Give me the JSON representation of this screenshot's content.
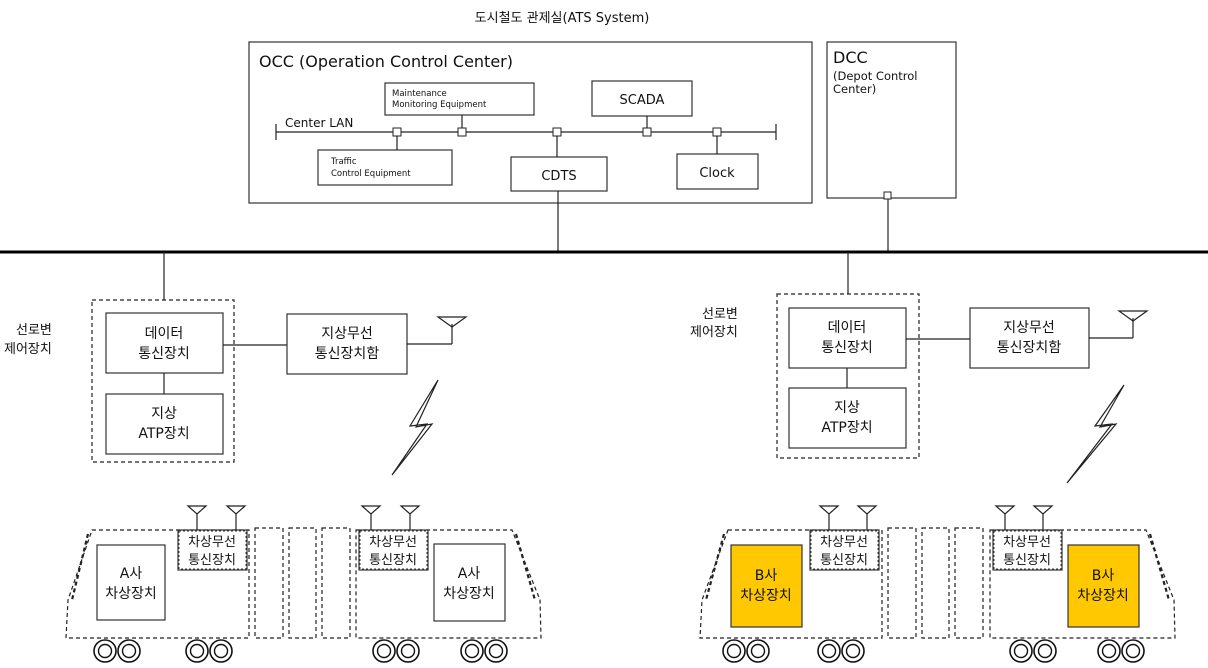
{
  "title": "도시철도 관제실(ATS System)",
  "occ": {
    "title": "OCC (Operation Control Center)",
    "center_lan": "Center LAN",
    "maintenance": [
      "Maintenance",
      "Monitoring Equipment"
    ],
    "scada": "SCADA",
    "traffic": [
      "Traffic",
      "Control Equipment"
    ],
    "cdts": "CDTS",
    "clock": "Clock"
  },
  "dcc": {
    "title": "DCC",
    "subtitle": [
      "(Depot Control",
      "Center)"
    ]
  },
  "wayside_left": {
    "label": [
      "선로변",
      "제어장치"
    ],
    "data_comm": [
      "데이터",
      "통신장치"
    ],
    "ground_atp": [
      "지상",
      "ATP장치"
    ],
    "ground_radio": [
      "지상무선",
      "통신장치함"
    ]
  },
  "wayside_right": {
    "label": [
      "선로변",
      "제어장치"
    ],
    "data_comm": [
      "데이터",
      "통신장치"
    ],
    "ground_atp": [
      "지상",
      "ATP장치"
    ],
    "ground_radio": [
      "지상무선",
      "통신장치함"
    ]
  },
  "train_a": {
    "onboard_radio": [
      "차상무선",
      "통신장치"
    ],
    "onboard_device": [
      "A사",
      "차상장치"
    ]
  },
  "train_b": {
    "onboard_radio": [
      "차상무선",
      "통신장치"
    ],
    "onboard_device": [
      "B사",
      "차상장치"
    ],
    "highlight_color": "#FFC800"
  }
}
